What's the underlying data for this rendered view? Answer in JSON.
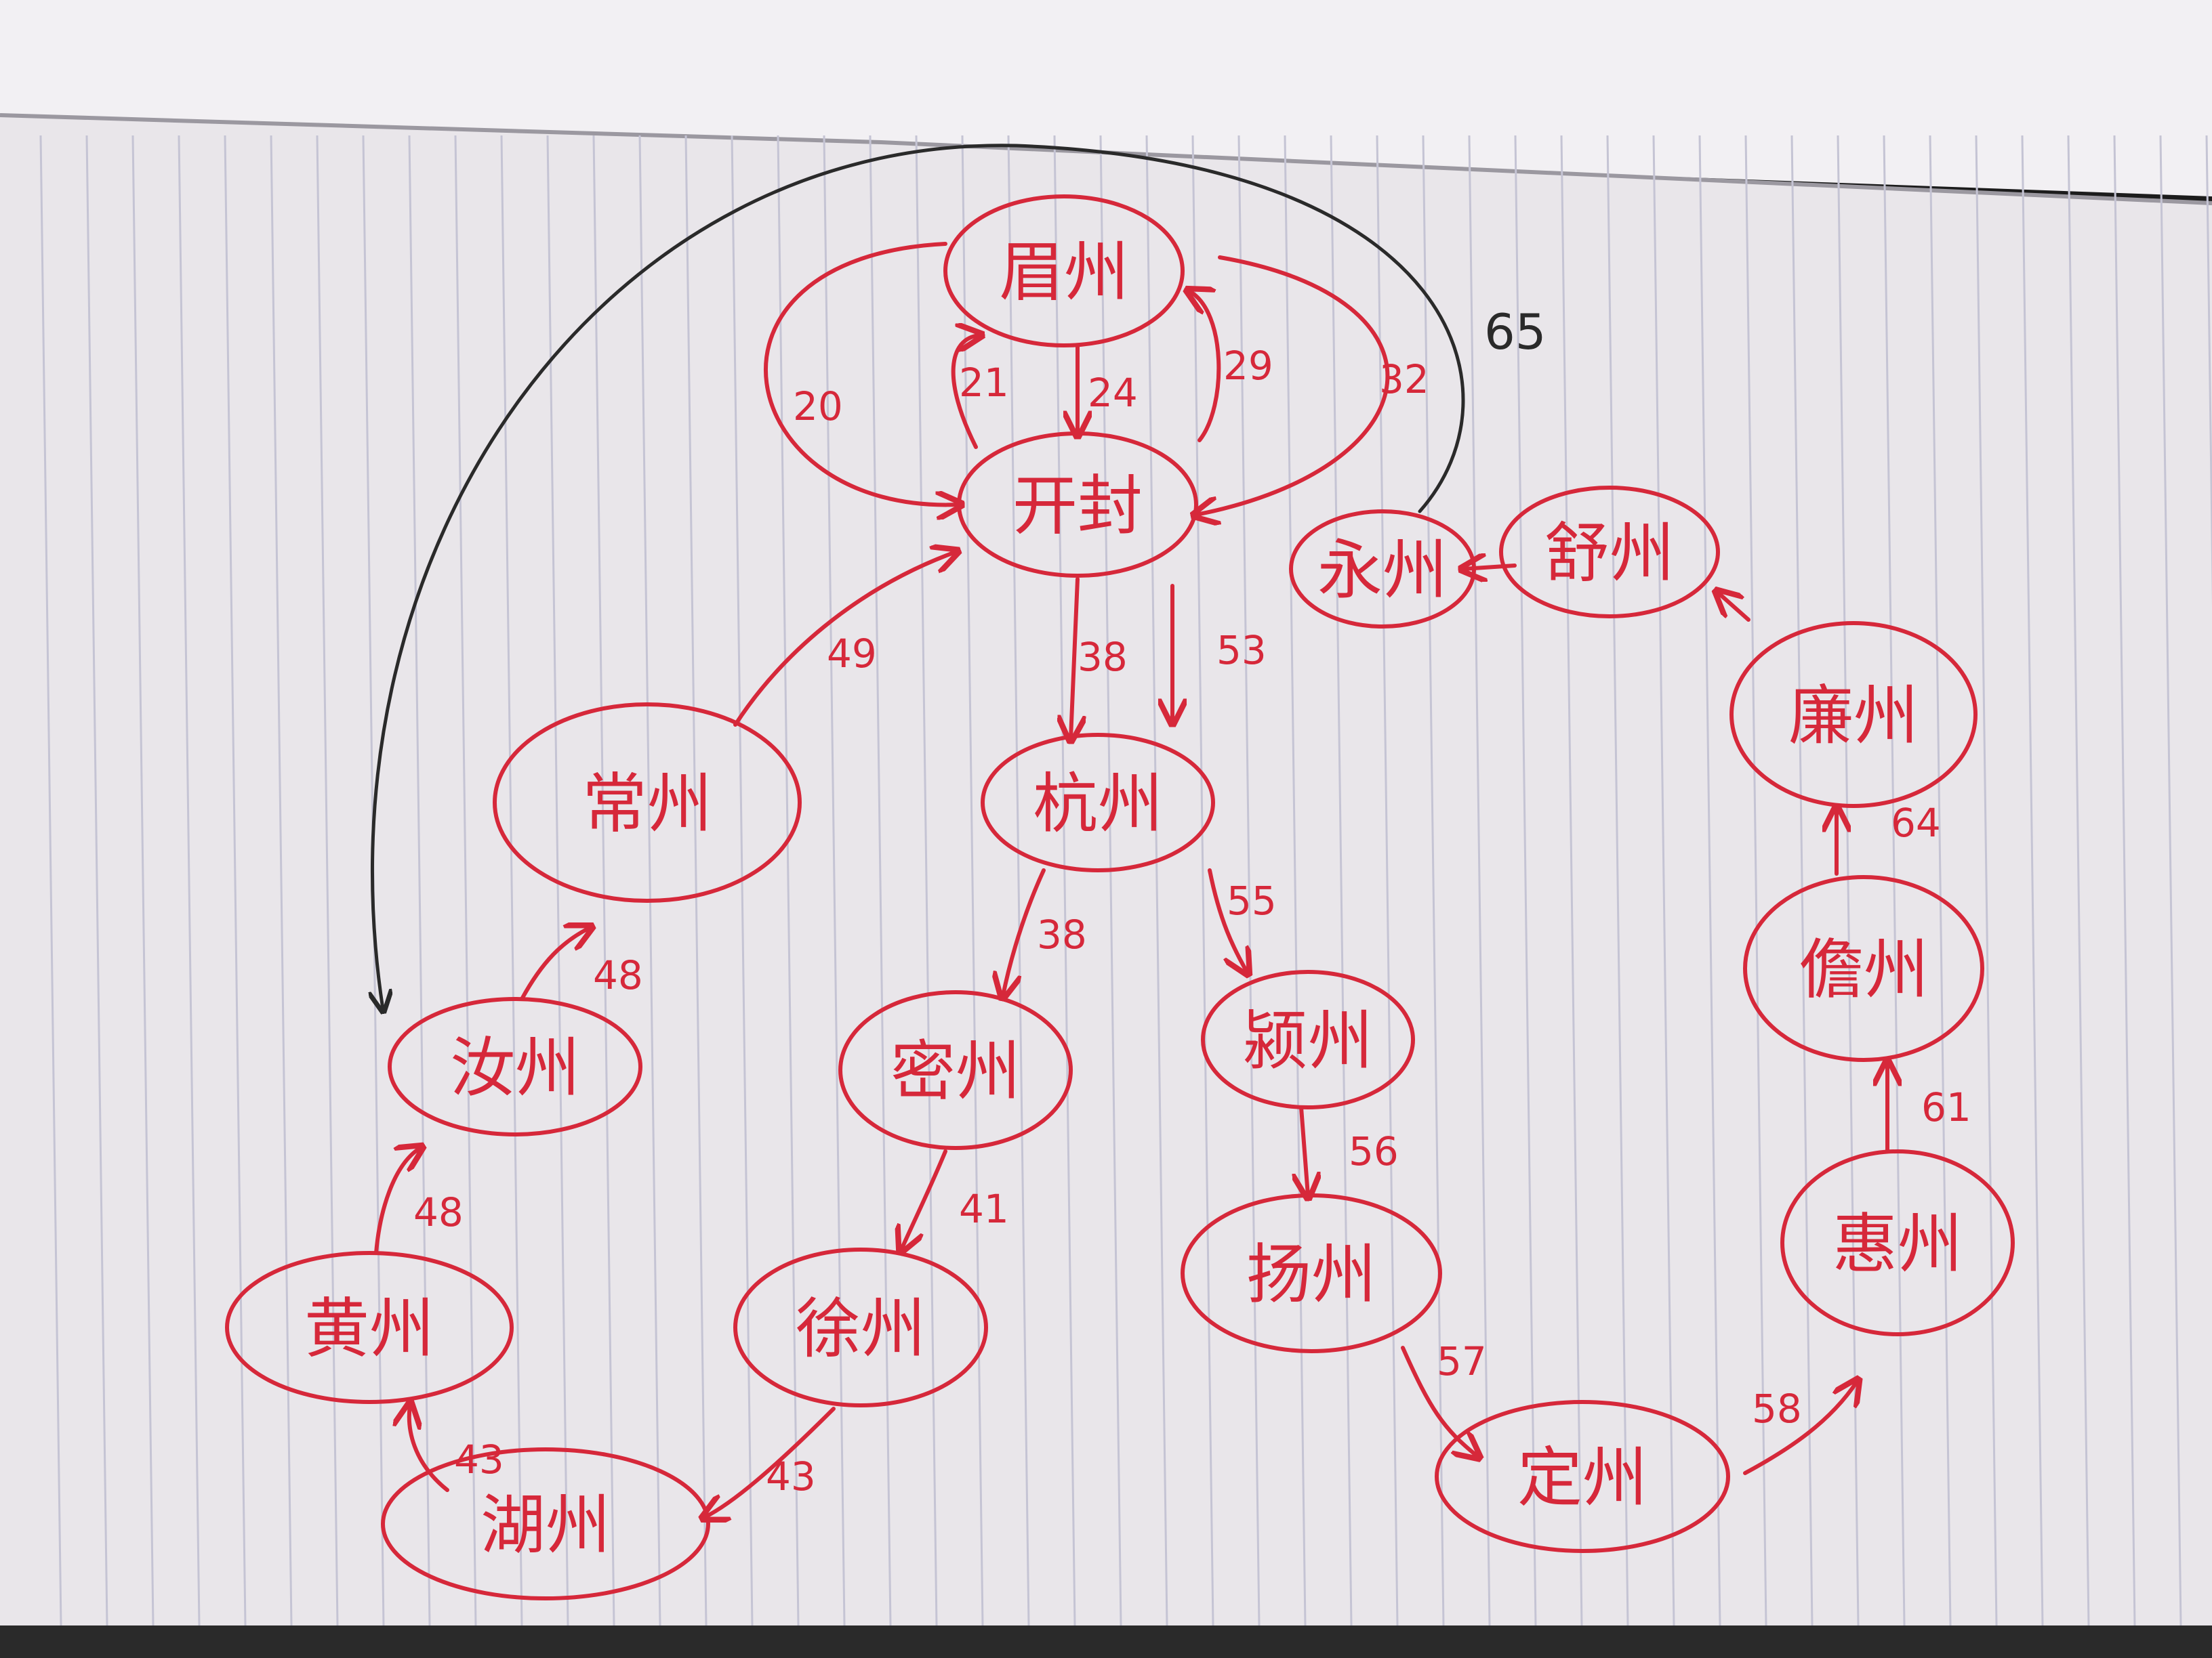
{
  "nodes": [
    {
      "id": "mei",
      "label": "眉州"
    },
    {
      "id": "kaifeng",
      "label": "开封"
    },
    {
      "id": "hang",
      "label": "杭州"
    },
    {
      "id": "chang",
      "label": "常州"
    },
    {
      "id": "ru",
      "label": "汝州"
    },
    {
      "id": "huang",
      "label": "黄州"
    },
    {
      "id": "hu",
      "label": "湖州"
    },
    {
      "id": "mi",
      "label": "密州"
    },
    {
      "id": "xu",
      "label": "徐州"
    },
    {
      "id": "ying",
      "label": "颍州"
    },
    {
      "id": "yang",
      "label": "扬州"
    },
    {
      "id": "ding",
      "label": "定州"
    },
    {
      "id": "hui",
      "label": "惠州"
    },
    {
      "id": "dan",
      "label": "儋州"
    },
    {
      "id": "lian",
      "label": "廉州"
    },
    {
      "id": "shu",
      "label": "舒州"
    },
    {
      "id": "yong",
      "label": "永州"
    }
  ],
  "edges": [
    {
      "from": "mei",
      "to": "kaifeng",
      "label": "20"
    },
    {
      "from": "kaifeng",
      "to": "mei",
      "label": "21"
    },
    {
      "from": "mei",
      "to": "kaifeng",
      "label": "24"
    },
    {
      "from": "kaifeng",
      "to": "mei",
      "label": "29"
    },
    {
      "from": "mei",
      "to": "kaifeng",
      "label": "32"
    },
    {
      "from": "kaifeng",
      "to": "hang",
      "label": "38"
    },
    {
      "from": "kaifeng",
      "to": "hang",
      "label": "53"
    },
    {
      "from": "hang",
      "to": "mi",
      "label": "38"
    },
    {
      "from": "mi",
      "to": "xu",
      "label": "41"
    },
    {
      "from": "xu",
      "to": "hu",
      "label": "43"
    },
    {
      "from": "hu",
      "to": "huang",
      "label": "43"
    },
    {
      "from": "huang",
      "to": "ru",
      "label": "48"
    },
    {
      "from": "ru",
      "to": "chang",
      "label": "48"
    },
    {
      "from": "chang",
      "to": "kaifeng",
      "label": "49"
    },
    {
      "from": "hang",
      "to": "ying",
      "label": "55"
    },
    {
      "from": "ying",
      "to": "yang",
      "label": "56"
    },
    {
      "from": "yang",
      "to": "ding",
      "label": "57"
    },
    {
      "from": "ding",
      "to": "hui",
      "label": "58"
    },
    {
      "from": "hui",
      "to": "dan",
      "label": "61"
    },
    {
      "from": "dan",
      "to": "lian",
      "label": "64"
    },
    {
      "from": "lian",
      "to": "shu",
      "label": ""
    },
    {
      "from": "shu",
      "to": "yong",
      "label": ""
    },
    {
      "from": "yong",
      "to": "ru",
      "label": "65",
      "ink": "black"
    }
  ],
  "colors": {
    "ink_red": "#d6283a",
    "ink_black": "#2a2a2a",
    "paper": "#e9e6ea",
    "rule_line": "#c5c4d4"
  }
}
